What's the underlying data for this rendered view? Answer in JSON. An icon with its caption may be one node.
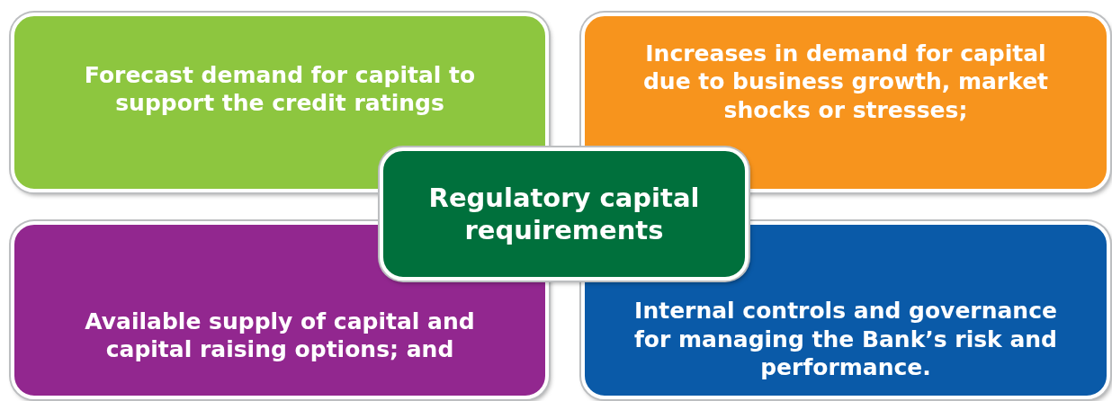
{
  "diagram": {
    "nodes": [
      {
        "text": [
          "Forecast demand for capital to support the credit ratings"
        ]
      },
      {
        "text": [
          "Increases in demand for capital due to business growth, market shocks or stresses;"
        ]
      },
      {
        "text": [
          "Regulatory capital requirements"
        ]
      },
      {
        "text": [
          "Available supply of capital and capital raising options; and"
        ]
      },
      {
        "text": [
          "Internal controls and governance for managing the Bank’s risk and performance."
        ]
      }
    ]
  }
}
